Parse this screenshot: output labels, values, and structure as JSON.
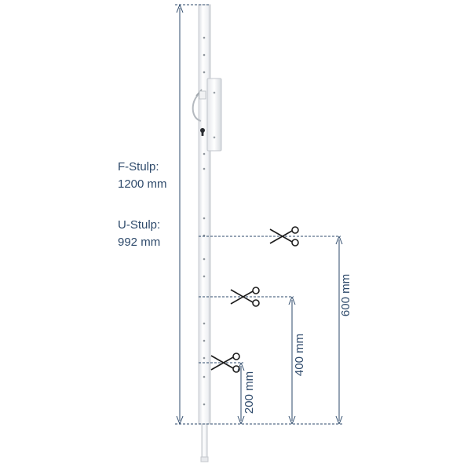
{
  "labels": {
    "f_stulp_title": "F-Stulp:",
    "f_stulp_value": "1200 mm",
    "u_stulp_title": "U-Stulp:",
    "u_stulp_value": "992 mm",
    "cut_600": "600 mm",
    "cut_400": "400 mm",
    "cut_200": "200 mm"
  },
  "colors": {
    "dimension_line": "#2e4a6b",
    "label_text": "#2e4a6b",
    "rail": "#f4f5f7",
    "rail_edge": "#c9ccd2"
  }
}
